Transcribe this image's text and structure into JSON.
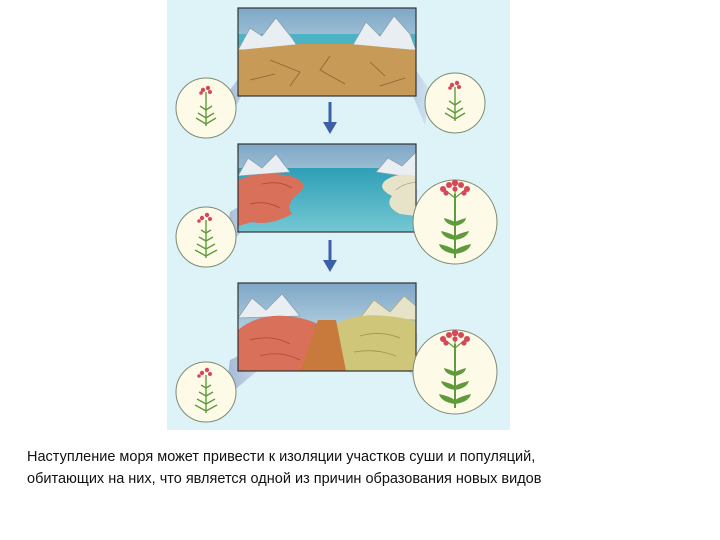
{
  "caption": {
    "line1": "Наступление моря может привести к изоляции участков суши и популяций,",
    "line2": "обитающих на них, что является одной из причин образования новых видов"
  },
  "colors": {
    "panel_background": "#ddf3f8",
    "arrow": "#3d5fa8",
    "sea": "#4bb3c4",
    "land": "#c89a58",
    "red_rock": "#d9705a",
    "flower": "#d7475a",
    "leaf": "#5f9b3c"
  },
  "stages": [
    {
      "scene": "continuous-land",
      "left_plant": "small",
      "right_plant": "small"
    },
    {
      "scene": "sea-separation",
      "left_plant": "small",
      "right_plant": "large"
    },
    {
      "scene": "reconnected-land",
      "left_plant": "small",
      "right_plant": "large"
    }
  ],
  "icons": [
    "down-arrow-icon",
    "flower-plant-icon"
  ]
}
